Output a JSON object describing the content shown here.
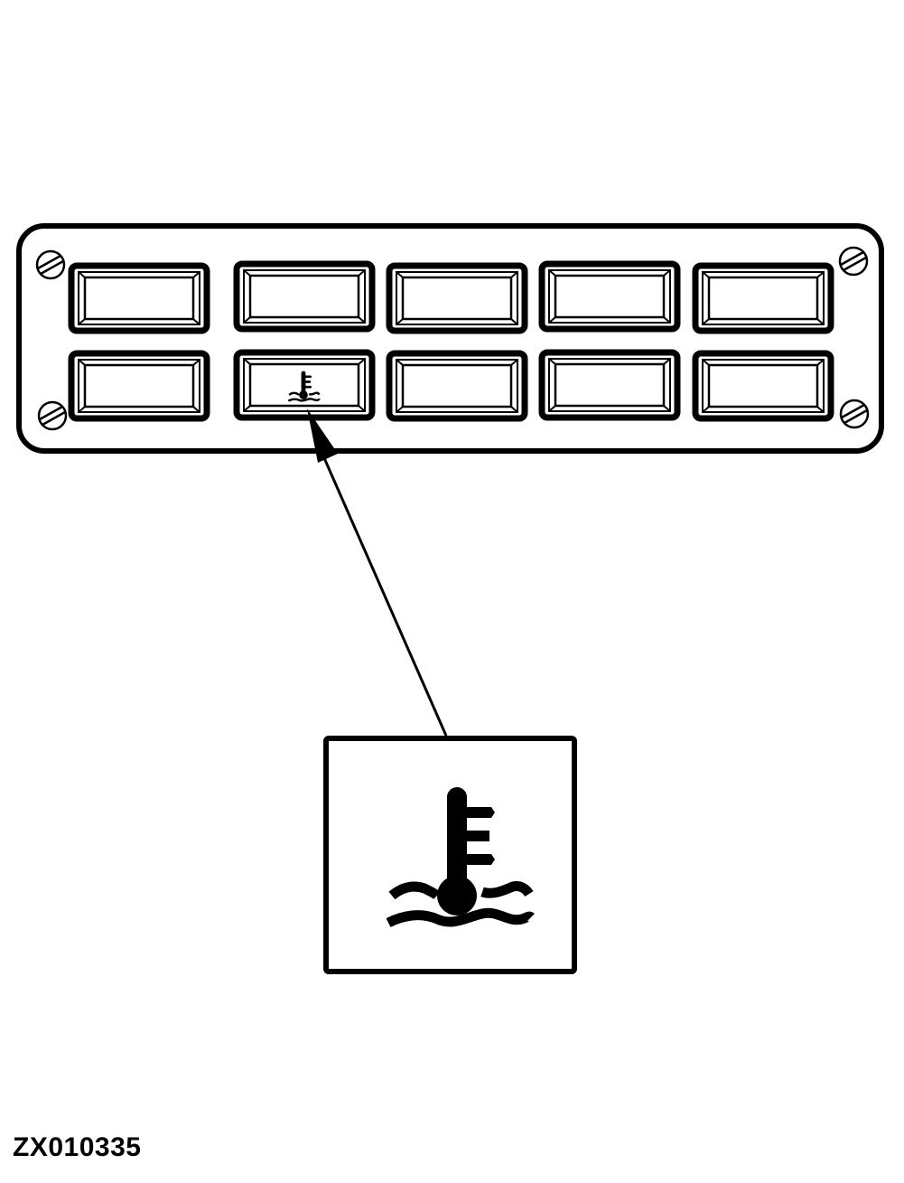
{
  "figure": {
    "id_label": "ZX010335",
    "subject": "Indicator light panel - coolant temperature warning",
    "colors": {
      "stroke": "#000000",
      "background": "#ffffff"
    }
  },
  "panel": {
    "rows": 2,
    "columns": 5,
    "screws": [
      "top-left",
      "bottom-left",
      "top-right",
      "bottom-right"
    ],
    "indicators": [
      {
        "row": 1,
        "col": 1,
        "icon": "none"
      },
      {
        "row": 1,
        "col": 2,
        "icon": "none"
      },
      {
        "row": 1,
        "col": 3,
        "icon": "none"
      },
      {
        "row": 1,
        "col": 4,
        "icon": "none"
      },
      {
        "row": 1,
        "col": 5,
        "icon": "none"
      },
      {
        "row": 2,
        "col": 1,
        "icon": "none"
      },
      {
        "row": 2,
        "col": 2,
        "icon": "coolant-temperature-icon",
        "highlighted": true
      },
      {
        "row": 2,
        "col": 3,
        "icon": "none"
      },
      {
        "row": 2,
        "col": 4,
        "icon": "none"
      },
      {
        "row": 2,
        "col": 5,
        "icon": "none"
      }
    ]
  },
  "callout": {
    "icon": "coolant-temperature-icon",
    "arrow_target": "row 2, column 2 indicator"
  }
}
